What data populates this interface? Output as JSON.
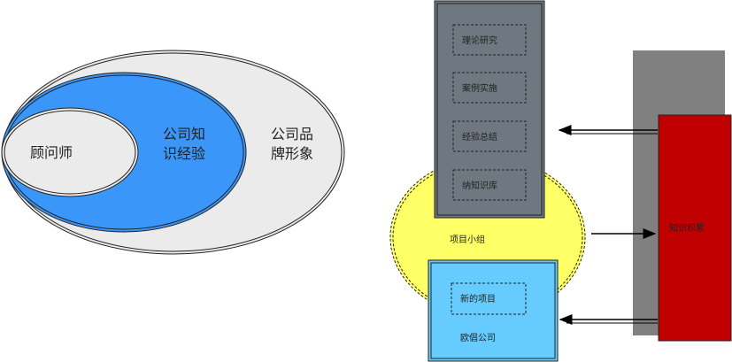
{
  "left_diagram": {
    "outer_label": [
      "公司品",
      "牌形象"
    ],
    "middle_label": [
      "公司知",
      "识经验"
    ],
    "inner_label": "顾问师"
  },
  "right_diagram": {
    "stack_items": [
      "理论研究",
      "案例实施",
      "经验总结",
      "纳知识库"
    ],
    "project_group_label": "项目小组",
    "new_project_label": "新的项目",
    "company_label": "欧倡公司",
    "knowledge_label": "知识积累"
  },
  "colors": {
    "outer_fill": "#ebebeb",
    "middle_fill": "#3a96f8",
    "inner_fill": "#ebebeb",
    "stack_fill": "#6f7880",
    "yellow_fill": "#ffff66",
    "company_fill": "#66ccff",
    "grey_block": "#808080",
    "red_block": "#c00000"
  }
}
